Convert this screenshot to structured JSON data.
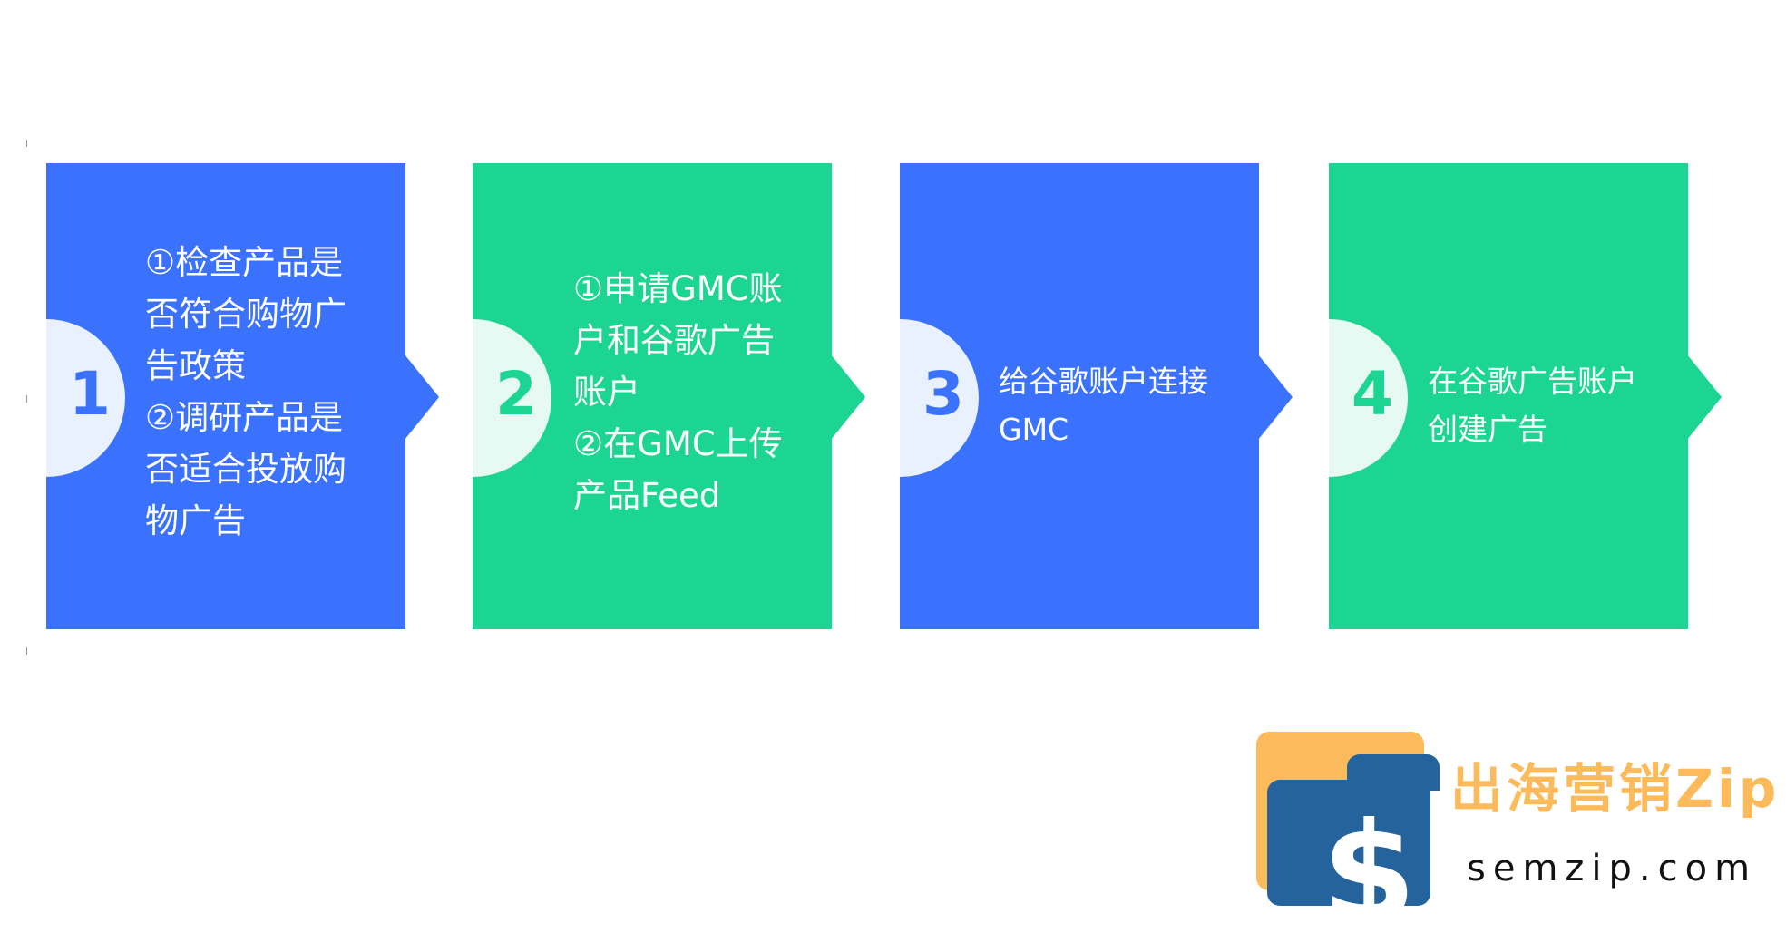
{
  "steps": [
    {
      "number": "1",
      "theme": "blue",
      "text": "①检查产品是\n否符合购物广\n告政策\n②调研产品是\n否适合投放购\n物广告"
    },
    {
      "number": "2",
      "theme": "green",
      "text": "①申请GMC账\n户和谷歌广告\n账户\n②在GMC上传\n产品Feed"
    },
    {
      "number": "3",
      "theme": "blue",
      "text": "给谷歌账户连接\nGMC"
    },
    {
      "number": "4",
      "theme": "green",
      "text": "在谷歌广告账户\n创建广告"
    }
  ],
  "colors": {
    "blue": "#3A72FE",
    "blue_light": "#E9F0FE",
    "green": "#1DD593",
    "green_light": "#E6FAF3",
    "logo_orange": "#FDBA5A",
    "logo_blue": "#24639B"
  },
  "logo": {
    "icon": "dollar-folder-icon",
    "symbol": "$",
    "brand_name": "出海营销Zip",
    "website": "semzip.com"
  }
}
